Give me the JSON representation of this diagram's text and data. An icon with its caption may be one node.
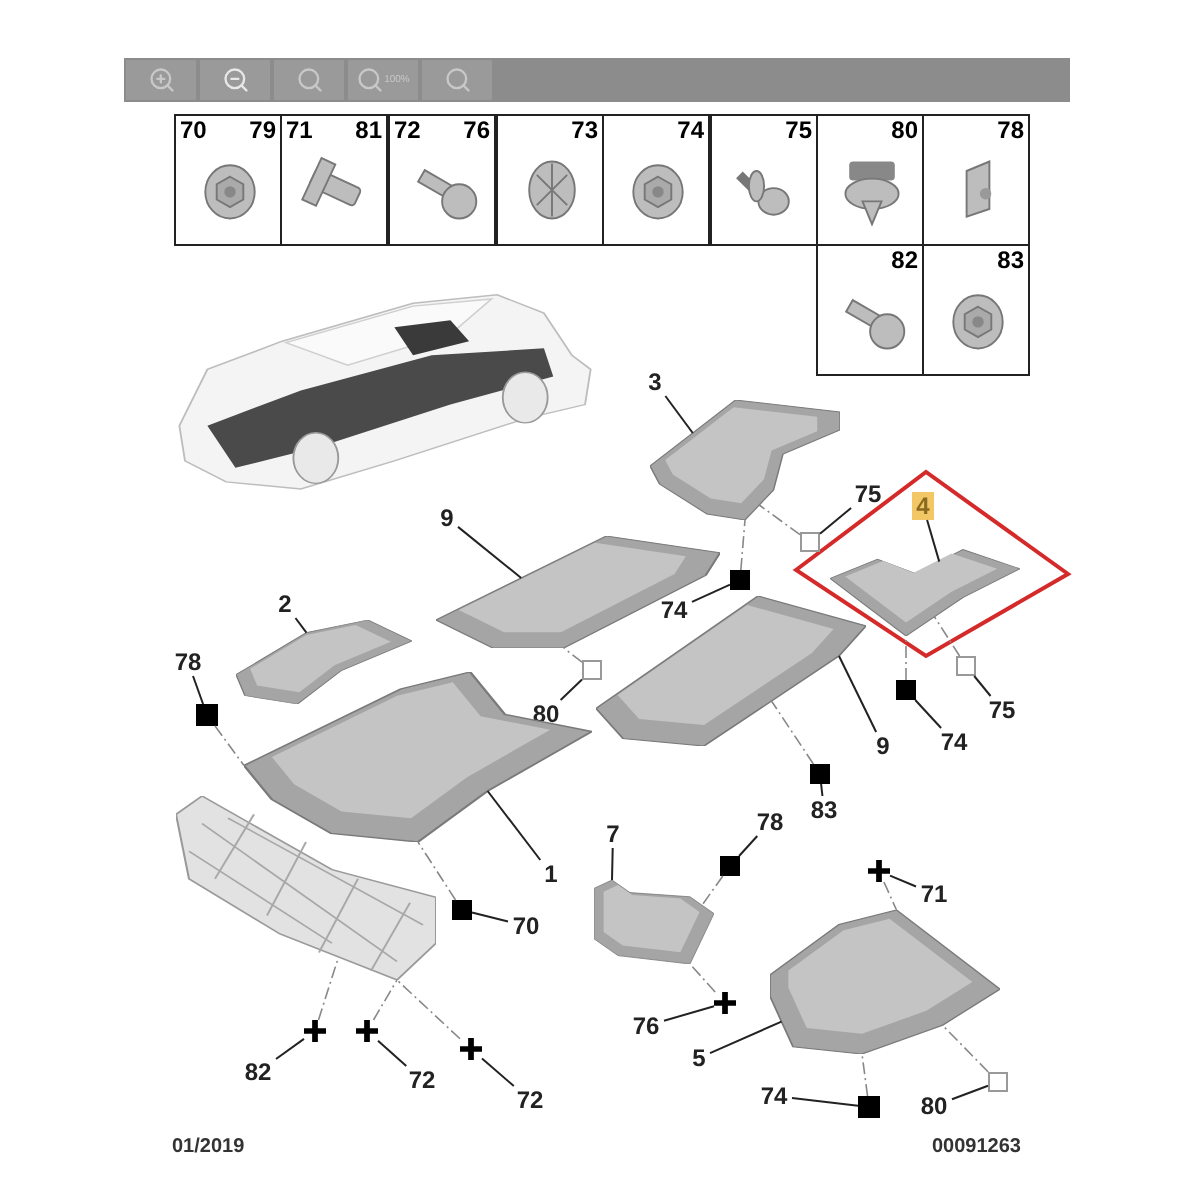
{
  "diagram": {
    "nodes": [
      {
        "text": [],
        "shape": "picture"
      },
      {
        "text": [
          "3"
        ]
      },
      {
        "text": [],
        "shape": "picture"
      },
      {
        "text": [
          "75"
        ]
      },
      {
        "text": [],
        "shape": "box"
      },
      {
        "text": [
          "4"
        ]
      },
      {
        "text": [],
        "shape": "picture"
      },
      {
        "text": [
          "9"
        ]
      },
      {
        "text": [],
        "shape": "picture"
      },
      {
        "text": [],
        "shape": "block"
      },
      {
        "text": [
          "74"
        ]
      },
      {
        "text": [
          "2"
        ]
      },
      {
        "text": [],
        "shape": "picture"
      },
      {
        "text": [
          "78"
        ]
      },
      {
        "text": [],
        "shape": "block"
      },
      {
        "text": [],
        "shape": "box"
      },
      {
        "text": [
          "80"
        ]
      },
      {
        "text": [],
        "shape": "picture"
      },
      {
        "text": [
          "9"
        ]
      },
      {
        "text": [],
        "shape": "box"
      },
      {
        "text": [
          "75"
        ]
      },
      {
        "text": [],
        "shape": "block"
      },
      {
        "text": [
          "74"
        ]
      },
      {
        "text": [],
        "shape": "block"
      },
      {
        "text": [
          "83"
        ]
      },
      {
        "text": [],
        "shape": "picture"
      },
      {
        "text": [
          "1"
        ]
      },
      {
        "text": [],
        "shape": "picture"
      },
      {
        "text": [],
        "shape": "block"
      },
      {
        "text": [
          "70"
        ]
      },
      {
        "text": [
          "7"
        ]
      },
      {
        "text": [
          "78"
        ]
      },
      {
        "text": [],
        "shape": "block"
      },
      {
        "text": [],
        "shape": "picture"
      },
      {
        "text": [],
        "shape": "cross"
      },
      {
        "text": [
          "71"
        ]
      },
      {
        "text": [],
        "shape": "cross"
      },
      {
        "text": [
          "76"
        ]
      },
      {
        "text": [],
        "shape": "picture"
      },
      {
        "text": [
          "5"
        ]
      },
      {
        "text": [],
        "shape": "block"
      },
      {
        "text": [
          "74"
        ]
      },
      {
        "text": [],
        "shape": "box"
      },
      {
        "text": [
          "80"
        ]
      },
      {
        "text": [],
        "shape": "cross"
      },
      {
        "text": [
          "82"
        ]
      },
      {
        "text": [],
        "shape": "cross"
      },
      {
        "text": [
          "72"
        ]
      },
      {
        "text": [],
        "shape": "cross"
      },
      {
        "text": [
          "72"
        ]
      }
    ],
    "edges": [
      {
        "from": 1,
        "to": 2,
        "arrow": "none"
      },
      {
        "from": 3,
        "to": 4,
        "arrow": "none"
      },
      {
        "from": 5,
        "to": 6,
        "arrow": "none"
      },
      {
        "from": 7,
        "to": 8,
        "arrow": "none"
      },
      {
        "from": 10,
        "to": 9,
        "arrow": "none"
      },
      {
        "from": 11,
        "to": 12,
        "arrow": "none"
      },
      {
        "from": 13,
        "to": 14,
        "arrow": "none"
      },
      {
        "from": 16,
        "to": 15,
        "arrow": "none"
      },
      {
        "from": 18,
        "to": 17,
        "arrow": "none"
      },
      {
        "from": 20,
        "to": 19,
        "arrow": "none"
      },
      {
        "from": 22,
        "to": 21,
        "arrow": "none"
      },
      {
        "from": 24,
        "to": 23,
        "arrow": "none"
      },
      {
        "from": 26,
        "to": 25,
        "arrow": "none"
      },
      {
        "from": 29,
        "to": 28,
        "arrow": "none"
      },
      {
        "from": 30,
        "to": 33,
        "arrow": "none"
      },
      {
        "from": 31,
        "to": 32,
        "arrow": "none"
      },
      {
        "from": 35,
        "to": 34,
        "arrow": "none"
      },
      {
        "from": 37,
        "to": 36,
        "arrow": "none"
      },
      {
        "from": 39,
        "to": 38,
        "arrow": "none"
      },
      {
        "from": 41,
        "to": 40,
        "arrow": "none"
      },
      {
        "from": 43,
        "to": 42,
        "arrow": "none"
      },
      {
        "from": 45,
        "to": 44,
        "arrow": "none"
      },
      {
        "from": 47,
        "to": 46,
        "arrow": "none"
      },
      {
        "from": 49,
        "to": 48,
        "arrow": "none"
      },
      {
        "from": 4,
        "to": 2,
        "arrow": "none",
        "style": "dashed",
        "color": "#888888"
      },
      {
        "from": 9,
        "to": 2,
        "arrow": "none",
        "style": "dashed",
        "color": "#888888"
      },
      {
        "from": 15,
        "to": 8,
        "arrow": "none",
        "style": "dashed",
        "color": "#888888"
      },
      {
        "from": 21,
        "to": 6,
        "arrow": "none",
        "style": "dashed",
        "color": "#888888"
      },
      {
        "from": 19,
        "to": 6,
        "arrow": "none",
        "style": "dashed",
        "color": "#888888"
      },
      {
        "from": 23,
        "to": 17,
        "arrow": "none",
        "style": "dashed",
        "color": "#888888"
      },
      {
        "from": 14,
        "to": 25,
        "arrow": "none",
        "style": "dashed",
        "color": "#888888"
      },
      {
        "from": 28,
        "to": 25,
        "arrow": "none",
        "style": "dashed",
        "color": "#888888"
      },
      {
        "from": 32,
        "to": 33,
        "arrow": "none",
        "style": "dashed",
        "color": "#888888"
      },
      {
        "from": 36,
        "to": 33,
        "arrow": "none",
        "style": "dashed",
        "color": "#888888"
      },
      {
        "from": 34,
        "to": 38,
        "arrow": "none",
        "style": "dashed",
        "color": "#888888"
      },
      {
        "from": 40,
        "to": 38,
        "arrow": "none",
        "style": "dashed",
        "color": "#888888"
      },
      {
        "from": 42,
        "to": 38,
        "arrow": "none",
        "style": "dashed",
        "color": "#888888"
      },
      {
        "from": 44,
        "to": 27,
        "arrow": "none",
        "style": "dashed",
        "color": "#888888"
      },
      {
        "from": 46,
        "to": 27,
        "arrow": "none",
        "style": "dashed",
        "color": "#888888"
      },
      {
        "from": 48,
        "to": 27,
        "arrow": "none",
        "style": "dashed",
        "color": "#888888"
      }
    ],
    "labels": [
      "100%",
      "70",
      "79",
      "71",
      "81",
      "72",
      "76",
      "73",
      "74",
      "75",
      "80",
      "78",
      "82",
      "83",
      "01/2019",
      "00091263"
    ]
  }
}
